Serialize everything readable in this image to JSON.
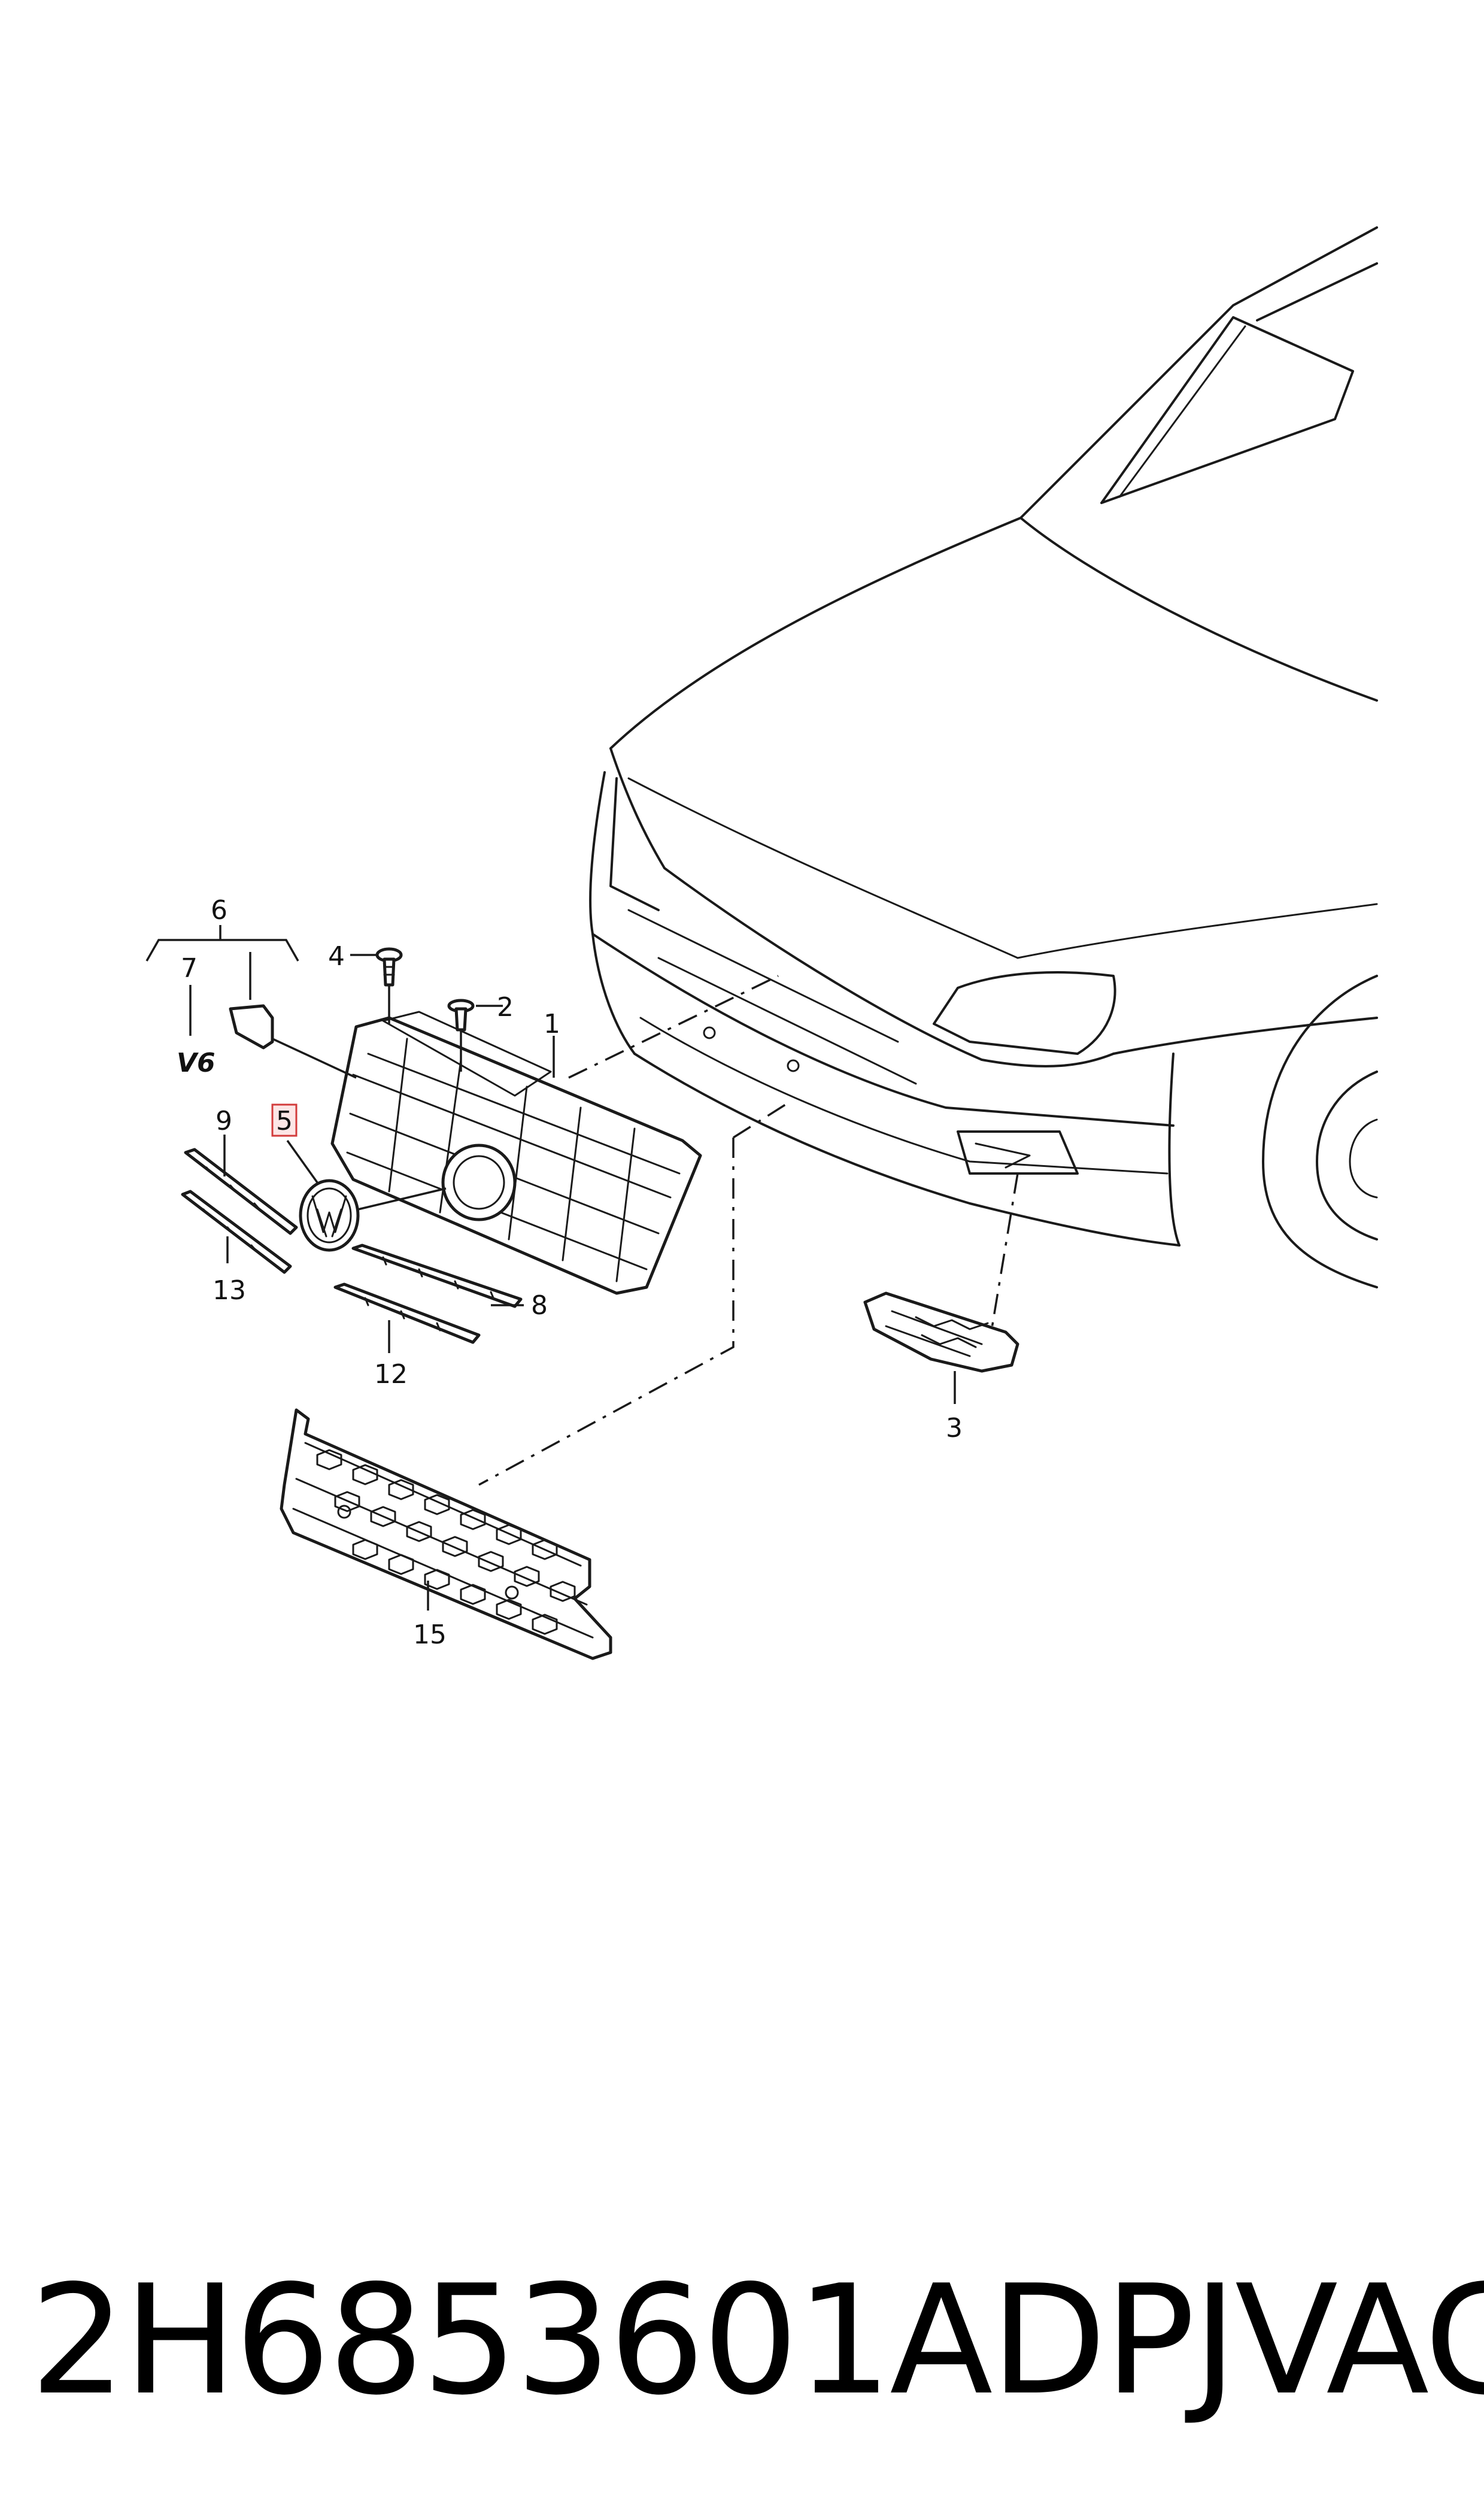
{
  "diagram": {
    "callouts": [
      "1",
      "2",
      "3",
      "4",
      "5",
      "6",
      "7",
      "8",
      "9",
      "12",
      "13",
      "15"
    ],
    "highlighted_callout": "5",
    "badge_text": "V6",
    "colors": {
      "line": "#1a1a1a",
      "highlight_border": "#d23c3c",
      "highlight_fill": "#fde6e6"
    }
  },
  "footer": {
    "part_number": "2H6853601ADPJ",
    "brand": "VAG"
  }
}
